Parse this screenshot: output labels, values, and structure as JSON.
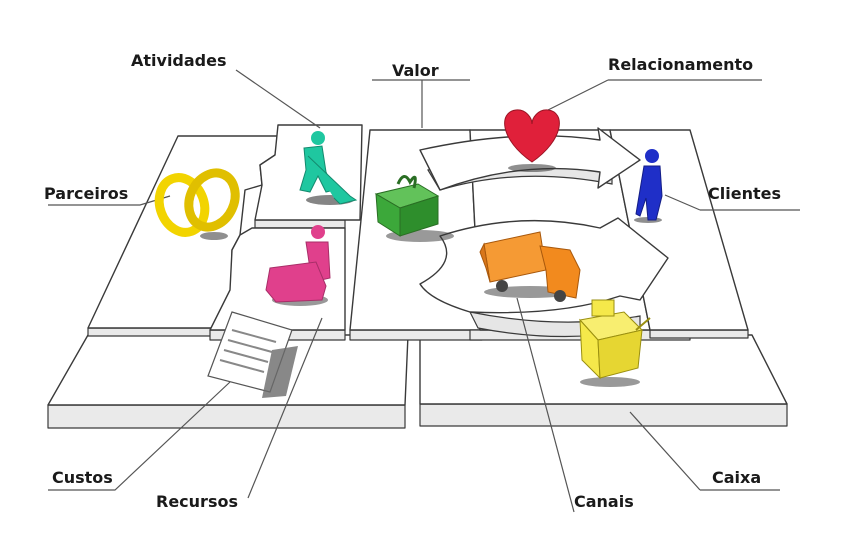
{
  "labels": {
    "atividades": "Atividades",
    "valor": "Valor",
    "relacionamento": "Relacionamento",
    "parceiros": "Parceiros",
    "clientes": "Clientes",
    "custos": "Custos",
    "recursos": "Recursos",
    "canais": "Canais",
    "caixa": "Caixa"
  },
  "colors": {
    "parceiros_rings": "#f2d400",
    "atividades_figure": "#1fc7a0",
    "recursos_figure": "#e0408c",
    "valor_gift": "#3ca83a",
    "relacionamento_heart": "#e0203a",
    "clientes_figure": "#1f2fc8",
    "canais_truck": "#f28a1e",
    "caixa_register": "#f5e84a",
    "custos_paper": "#8a8a8a"
  },
  "icons": {
    "parceiros": "rings-icon",
    "atividades": "digging-person-icon",
    "recursos": "seated-person-icon",
    "valor": "gift-icon",
    "relacionamento": "heart-icon",
    "clientes": "standing-person-icon",
    "canais": "truck-icon",
    "caixa": "cash-register-icon",
    "custos": "invoice-paper-icon"
  }
}
